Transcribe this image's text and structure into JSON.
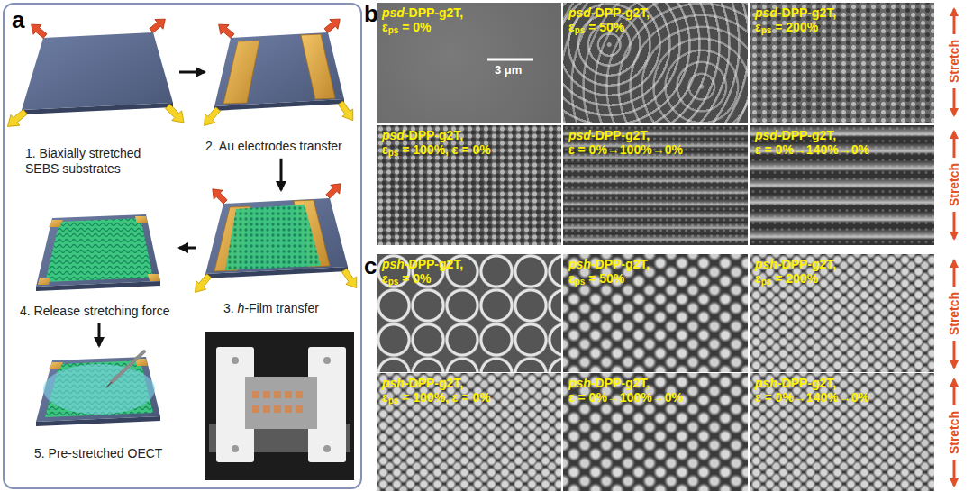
{
  "diagram": {
    "nodes": [
      {
        "text": [
          "a"
        ]
      },
      {
        "text": [
          "1. Biaxially stretched SEBS substrates"
        ],
        "in": 0
      },
      {
        "text": [
          "2. Au electrodes transfer"
        ],
        "in": 0
      },
      {
        "text": [
          "3. h-Film transfer"
        ],
        "in": 0
      },
      {
        "text": [
          "4. Release stretching force"
        ],
        "in": 0
      },
      {
        "text": [
          "5. Pre-stretched OECT"
        ],
        "in": 0
      },
      {
        "text": [
          "psd-DPP-g2T,",
          "εps = 0%"
        ]
      },
      {
        "text": [
          "psd-DPP-g2T,",
          "εps = 50%"
        ]
      },
      {
        "text": [
          "psd-DPP-g2T,",
          "εps = 200%"
        ]
      },
      {
        "text": [
          "psd-DPP-g2T,",
          "εps = 100%, ε = 0%"
        ]
      },
      {
        "text": [
          "psd-DPP-g2T,",
          "ε = 0%→100%→0%"
        ]
      },
      {
        "text": [
          "psd-DPP-g2T,",
          "ε = 0%→140%→0%"
        ]
      },
      {
        "text": [
          "psh-DPP-g2T,",
          "εps = 0%"
        ]
      },
      {
        "text": [
          "psh-DPP-g2T,",
          "εps = 50%"
        ]
      },
      {
        "text": [
          "psh-DPP-g2T,",
          "εps = 200%"
        ]
      },
      {
        "text": [
          "psh-DPP-g2T,",
          "εps = 100%, ε = 0%"
        ]
      },
      {
        "text": [
          "psh-DPP-g2T,",
          "ε = 0%→100%→0%"
        ]
      },
      {
        "text": [
          "psh-DPP-g2T,",
          "ε = 0%→140%→0%"
        ]
      }
    ],
    "edges": [
      {
        "from": 1,
        "to": 2,
        "arrow": "to"
      },
      {
        "from": 2,
        "to": 3,
        "arrow": "to"
      },
      {
        "from": 3,
        "to": 4,
        "arrow": "to"
      },
      {
        "from": 4,
        "to": 5,
        "arrow": "to"
      }
    ],
    "labels": [
      "b",
      "3 μm",
      "Stretch",
      "Stretch",
      "c",
      "Stretch",
      "Stretch"
    ]
  }
}
